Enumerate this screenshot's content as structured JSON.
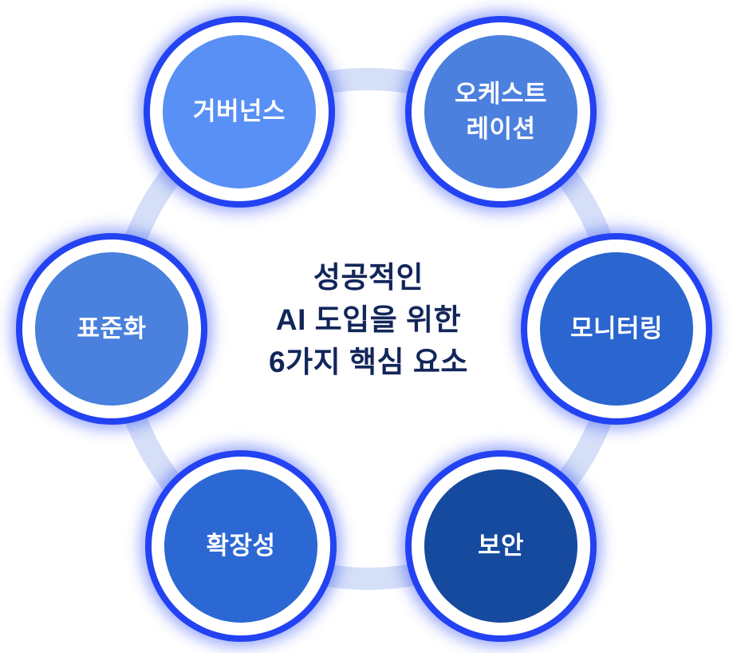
{
  "title": {
    "text": "성공적인\nAI 도입을 위한\n6가지 핵심 요소",
    "color": "#13265a"
  },
  "nodes": [
    {
      "id": "governance",
      "label": "거버넌스",
      "fill": "#5890f5"
    },
    {
      "id": "orchestration",
      "label": "오케스트\n레이션",
      "fill": "#4c80df"
    },
    {
      "id": "monitoring",
      "label": "모니터링",
      "fill": "#2b66d0"
    },
    {
      "id": "security",
      "label": "보안",
      "fill": "#164a9f"
    },
    {
      "id": "scalability",
      "label": "확장성",
      "fill": "#2c68d4"
    },
    {
      "id": "standardization",
      "label": "표준화",
      "fill": "#4a80de"
    }
  ],
  "colors": {
    "background": "#ffffff",
    "connector_ring": "#d5dff7",
    "node_glow": "#2342f2",
    "node_ring": "#ffffff",
    "node_label_text": "#ffffff"
  }
}
